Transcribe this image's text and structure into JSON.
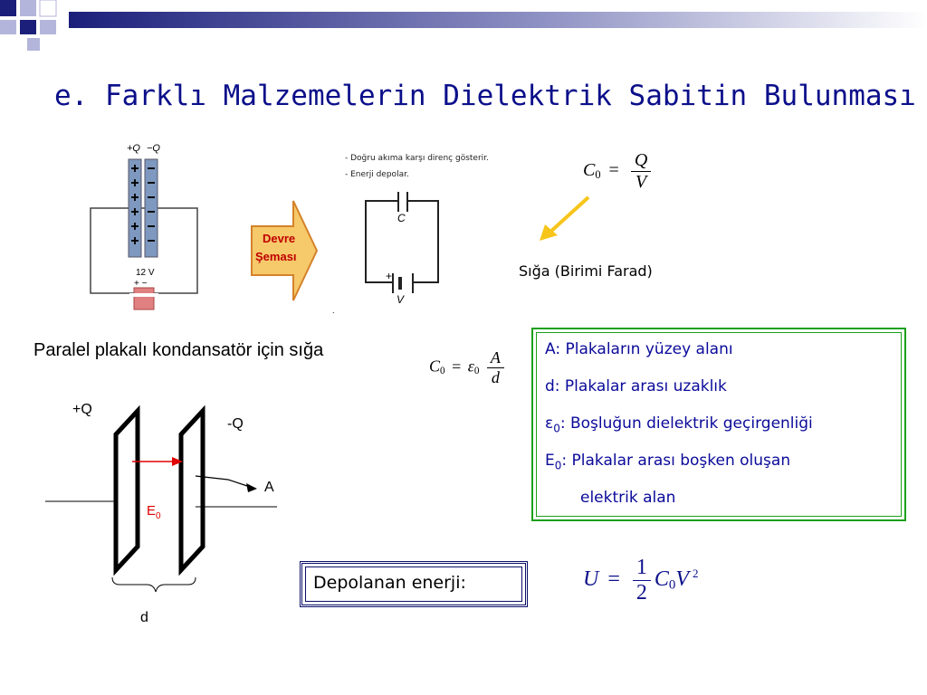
{
  "title": "e. Farklı Malzemelerin Dielektrik Sabitin Bulunması",
  "apparatus": {
    "plus_q": "+Q",
    "minus_q": "−Q",
    "voltage": "12 V",
    "terminals": "+ −"
  },
  "arrow_label": {
    "line1": "Devre",
    "line2": "Şeması"
  },
  "circuit_notes": [
    "- Doğru akıma karşı direnç gösterir.",
    "- Enerji depolar."
  ],
  "circuit_labels": {
    "capacitor": "C",
    "source": "V",
    "plus": "+",
    "dot": "."
  },
  "capacitance_formula": {
    "lhs": "C",
    "lhs_sub": "0",
    "eq": "=",
    "num": "Q",
    "den": "V"
  },
  "capacitance_label": "Sığa (Birimi Farad)",
  "parallel_plate_heading": "Paralel plakalı kondansatör için sığa",
  "plate_formula": {
    "lhs": "C",
    "lhs_sub": "0",
    "eq": "=",
    "eps": "ε",
    "eps_sub": "0",
    "num": "A",
    "den": "d"
  },
  "definitions": [
    {
      "symbol": "A",
      "sub": "",
      "text": ": Plakaların yüzey alanı"
    },
    {
      "symbol": "d",
      "sub": "",
      "text": ": Plakalar arası uzaklık"
    },
    {
      "symbol": "ε",
      "sub": "0",
      "text": ": Boşluğun dielektrik geçirgenliği"
    },
    {
      "symbol": "E",
      "sub": "0",
      "text": ": Plakalar arası boşken oluşan"
    },
    {
      "symbol": "",
      "sub": "",
      "text": "elektrik alan"
    }
  ],
  "plate_diagram": {
    "plus_q": "+Q",
    "minus_q": "-Q",
    "field": "E",
    "field_sub": "0",
    "area": "A",
    "distance": "d"
  },
  "energy_label": "Depolanan enerji:",
  "energy_formula": {
    "lhs": "U",
    "eq": "=",
    "num": "1",
    "den": "2",
    "c": "C",
    "c_sub": "0",
    "v": "V",
    "exp": "2"
  },
  "colors": {
    "title": "#0b0f8a",
    "definitions_text": "#0a0a9a",
    "definition_border": "#1aa01a",
    "field_arrow": "#e00000",
    "yellow_arrow": "#f7c51a",
    "devre_arrow_fill": "#f6c96a",
    "devre_text": "#c00000"
  }
}
